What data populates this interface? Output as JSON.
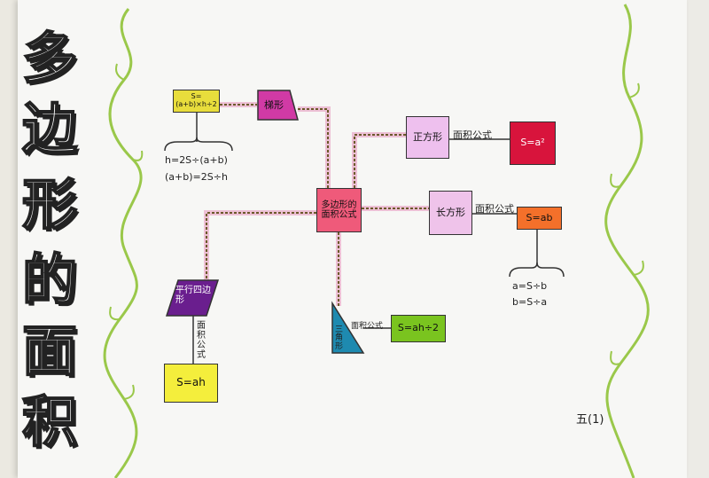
{
  "title_chars": [
    "多",
    "边",
    "形",
    "的",
    "面",
    "积"
  ],
  "center": "多边形的面积公式",
  "trapezoid": {
    "label": "梯形",
    "formula": "S=(a+b)×h÷2",
    "note1": "h=2S÷(a+b)",
    "note2": "(a+b)=2S÷h"
  },
  "square": {
    "label": "正方形",
    "link": "面积公式",
    "formula": "S=a²"
  },
  "rectangle": {
    "label": "长方形",
    "link": "面积公式",
    "formula": "S=ab",
    "note1": "a=S÷b",
    "note2": "b=S÷a"
  },
  "parallelogram": {
    "label": "平行四边形",
    "link": "面积公式",
    "formula": "S=ah"
  },
  "triangle": {
    "label": "三角形",
    "link": "面积公式",
    "formula": "S=ah÷2"
  },
  "signature": "五(1)",
  "colors": {
    "trapezoid_formula": "#e8dd3c",
    "trapezoid_shape": "#d13aa5",
    "square_shape": "#eec0ee",
    "square_formula": "#d8143c",
    "center": "#ef5a7a",
    "rectangle_shape": "#efc3ea",
    "rectangle_formula": "#f4702a",
    "parallelogram_shape": "#6a1e8e",
    "parallelogram_formula": "#f4ee3c",
    "triangle_shape": "#1e8ab0",
    "triangle_formula": "#7ac41f",
    "vine": "#9ac84a",
    "connector": "#6b5a2a"
  }
}
